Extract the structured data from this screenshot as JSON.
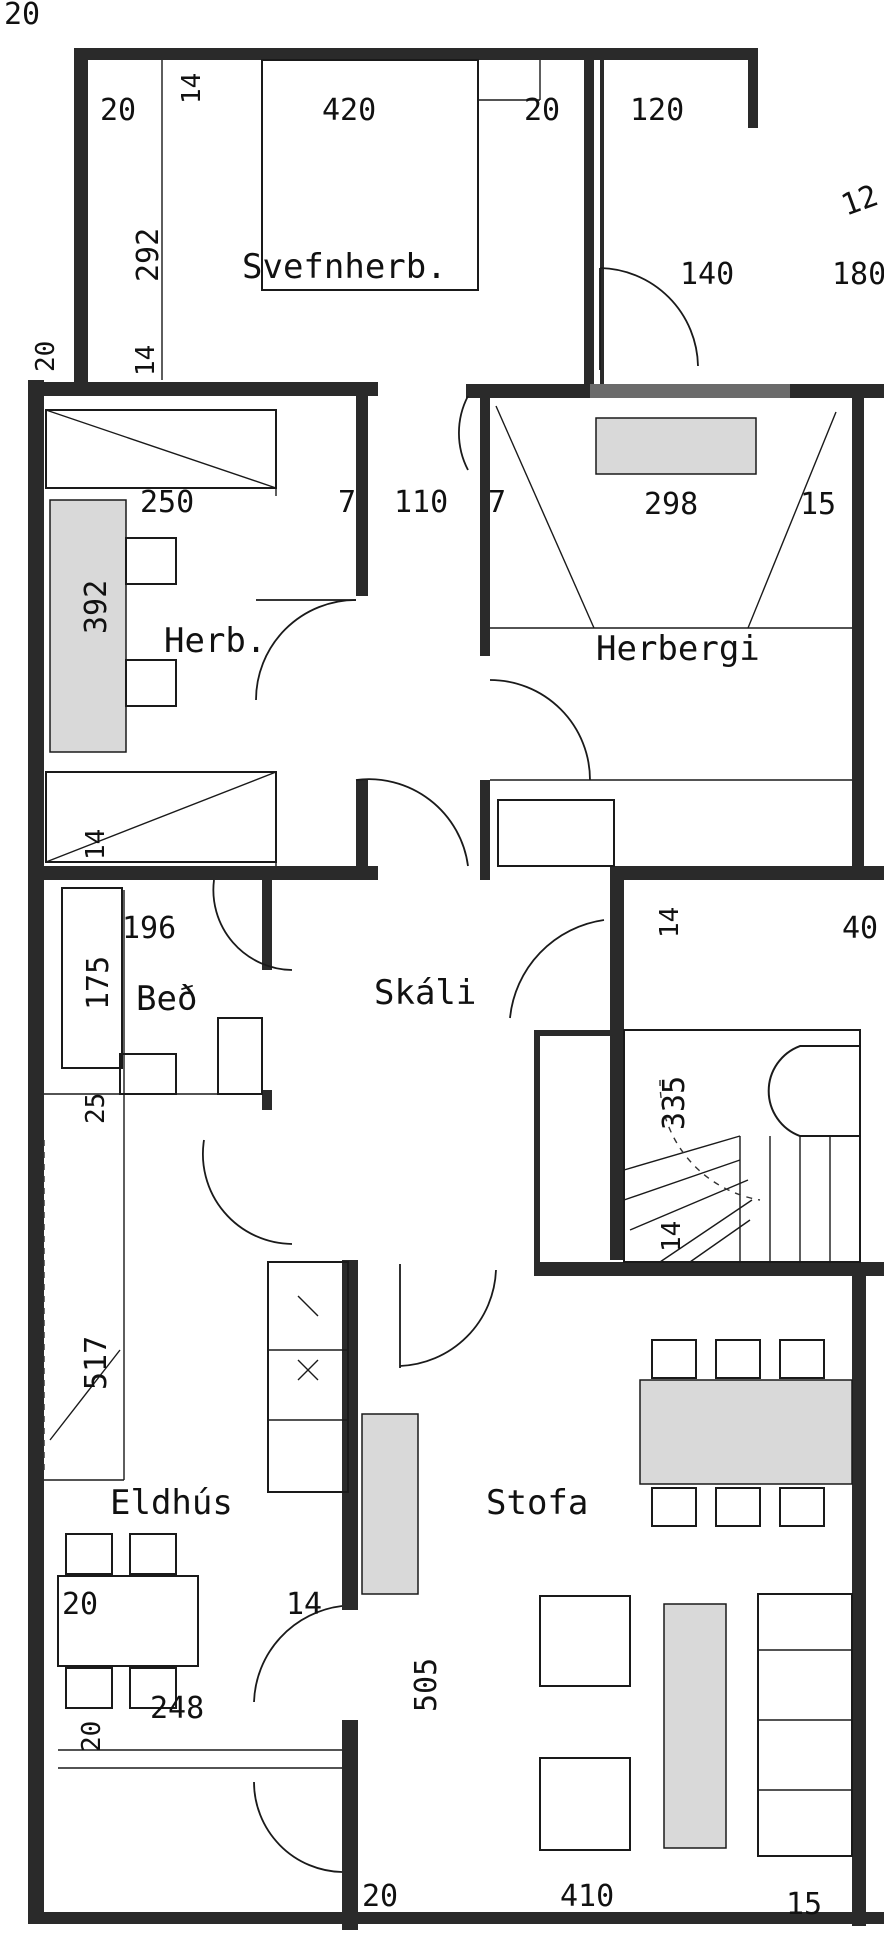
{
  "rooms": {
    "svefnherb": "Svefnherb.",
    "herb": "Herb.",
    "herbergi": "Herbergi",
    "bad": "Beð",
    "skali": "Skáli",
    "eldhus": "Eldhús",
    "stofa": "Stofa"
  },
  "dimensions": {
    "d20_top_corner": "20",
    "d20_a": "20",
    "d14_top": "14",
    "d420": "420",
    "d20_b": "20",
    "d120": "120",
    "d292": "292",
    "d140": "140",
    "d180": "180",
    "d20_left": "20",
    "d14_left": "14",
    "d250": "250",
    "d7_a": "7",
    "d110": "110",
    "d7_b": "7",
    "d298": "298",
    "d15_top": "15",
    "d392": "392",
    "d14_mid_left": "14",
    "d196": "196",
    "d175": "175",
    "d14_stair_top": "14",
    "d40": "40",
    "d335": "335",
    "d25": "25",
    "d14_stair_bottom": "14",
    "d517": "517",
    "d20_kitchen": "20",
    "d14_kitchen": "14",
    "d505": "505",
    "d20_low": "20",
    "d248": "248",
    "d20_bottom": "20",
    "d410": "410",
    "d15_bottom": "15",
    "d12_partial": "12"
  },
  "colors": {
    "ink": "#1a1a1a",
    "wall": "#2a2a2a",
    "paper": "#ffffff"
  }
}
